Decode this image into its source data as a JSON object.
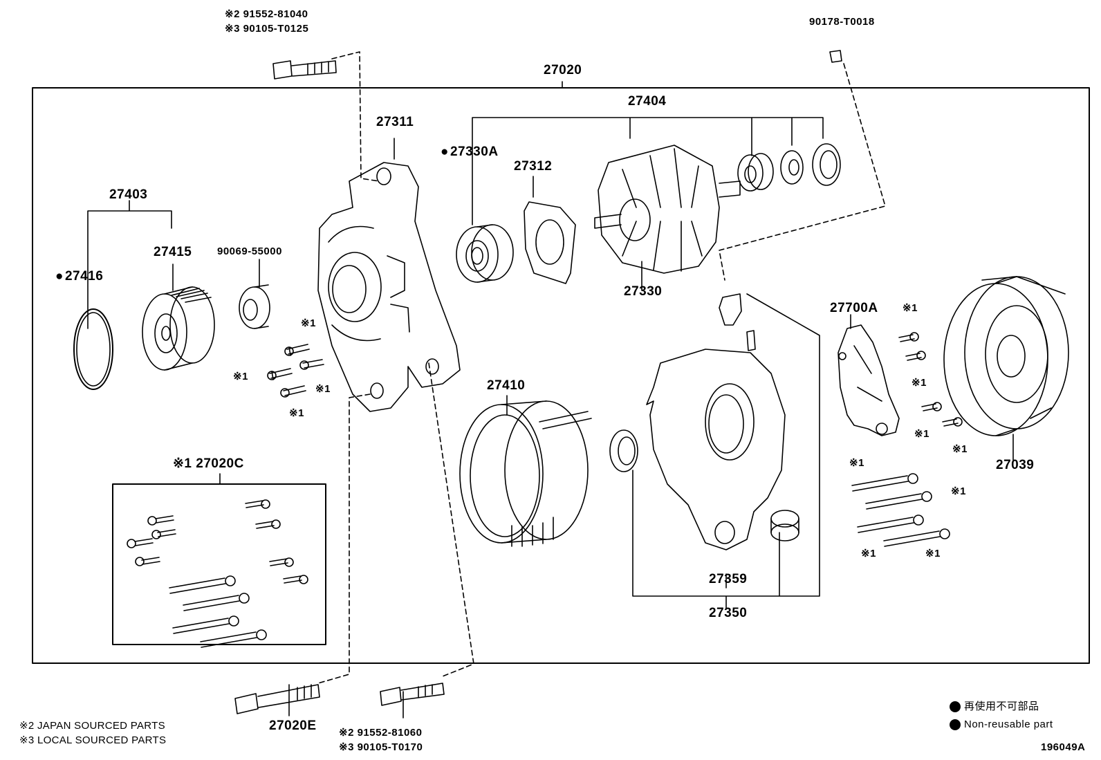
{
  "labels": {
    "bolt_top_2": "※2 91552-81040",
    "bolt_top_3": "※3 90105-T0125",
    "nut_top": "90178-T0018",
    "assembly": "27020",
    "rotor_assy": "27404",
    "frame_drive": "27311",
    "bearing_a": "27330A",
    "retainer": "27312",
    "pulley_set": "27403",
    "pulley": "27415",
    "ring": "27416",
    "spacer": "90069-55000",
    "rotor": "27330",
    "regulator": "27700A",
    "x1_a": "※1",
    "x1_b": "※1",
    "x1_c": "※1",
    "x1_d": "※1",
    "x1_e": "※1",
    "x1_f": "※1",
    "x1_g": "※1",
    "x1_h": "※1",
    "x1_i": "※1",
    "x1_j": "※1",
    "x1_k": "※1",
    "x1_l": "※1",
    "stator": "27410",
    "cover": "27039",
    "kit": "※1 27020C",
    "insulator": "27359",
    "frame_rear": "27350",
    "bolt_bottom_left": "27020E",
    "bolt_bottom_2": "※2 91552-81060",
    "bolt_bottom_3": "※3 90105-T0170"
  },
  "notes": {
    "japan": "※2 JAPAN SOURCED PARTS",
    "local": "※3 LOCAL SOURCED PARTS"
  },
  "legend": {
    "jp": "再使用不可部品",
    "en": "Non-reusable part"
  },
  "figure_id": "196049A"
}
